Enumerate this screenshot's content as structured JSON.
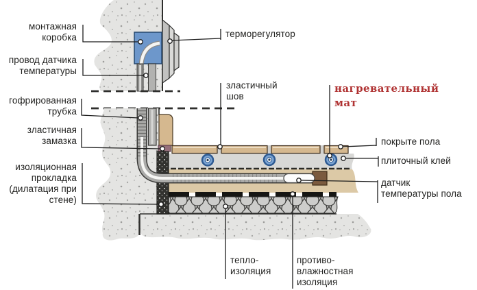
{
  "diagram": {
    "language": "ru",
    "labels": {
      "mounting_box": "монтажная\nкоробка",
      "sensor_wire": "провод датчика\nтемпературы",
      "corrugated_tube": "гофрированная\nтрубка",
      "elastic_putty": "зластичная\nзамазка",
      "insulation_gasket": "изоляционная\nпрокладка\n(дилатация при\nстене)",
      "thermostat": "терморегулятор",
      "elastic_joint": "зластичный\nшов",
      "heating_mat": "нагревательный\nмат",
      "floor_covering": "покрыте пола",
      "tile_adhesive": "плиточный клей",
      "floor_sensor": "датчик\nтемпературы пола",
      "thermal_insulation": "тепло-\nизоляция",
      "moisture_insulation": "противо-\nвлажностная\nизоляция"
    },
    "colors": {
      "label_text": "#222220",
      "heating_mat_label": "#b03333",
      "mounting_box_fill": "#6d97cb",
      "heating_cable_blue": "#2e5a92",
      "tile_tan": "#d5b88f",
      "screed_beige": "#dcc9a6",
      "adhesive_gray": "#d8d8d6",
      "elastic_putty_plum": "#96707c",
      "concrete_gray": "#e4e4e2",
      "leader_line": "#1c1c1c"
    }
  }
}
